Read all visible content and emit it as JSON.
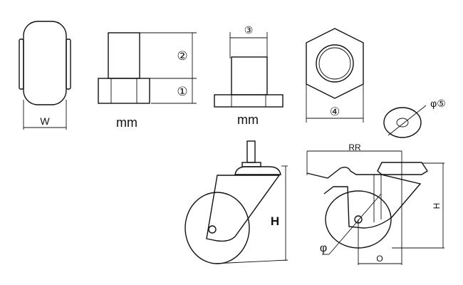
{
  "labels": {
    "wheel_width": "W",
    "dim_1": "①",
    "dim_2": "②",
    "unit_stem": "mm",
    "dim_3": "③",
    "unit_stem_2": "mm",
    "dim_4": "④",
    "washer_dia": "φ⑤",
    "caster_height": "H",
    "brake_width": "RR",
    "brake_height": "H",
    "wheel_dia": "φ",
    "offset": "O"
  }
}
